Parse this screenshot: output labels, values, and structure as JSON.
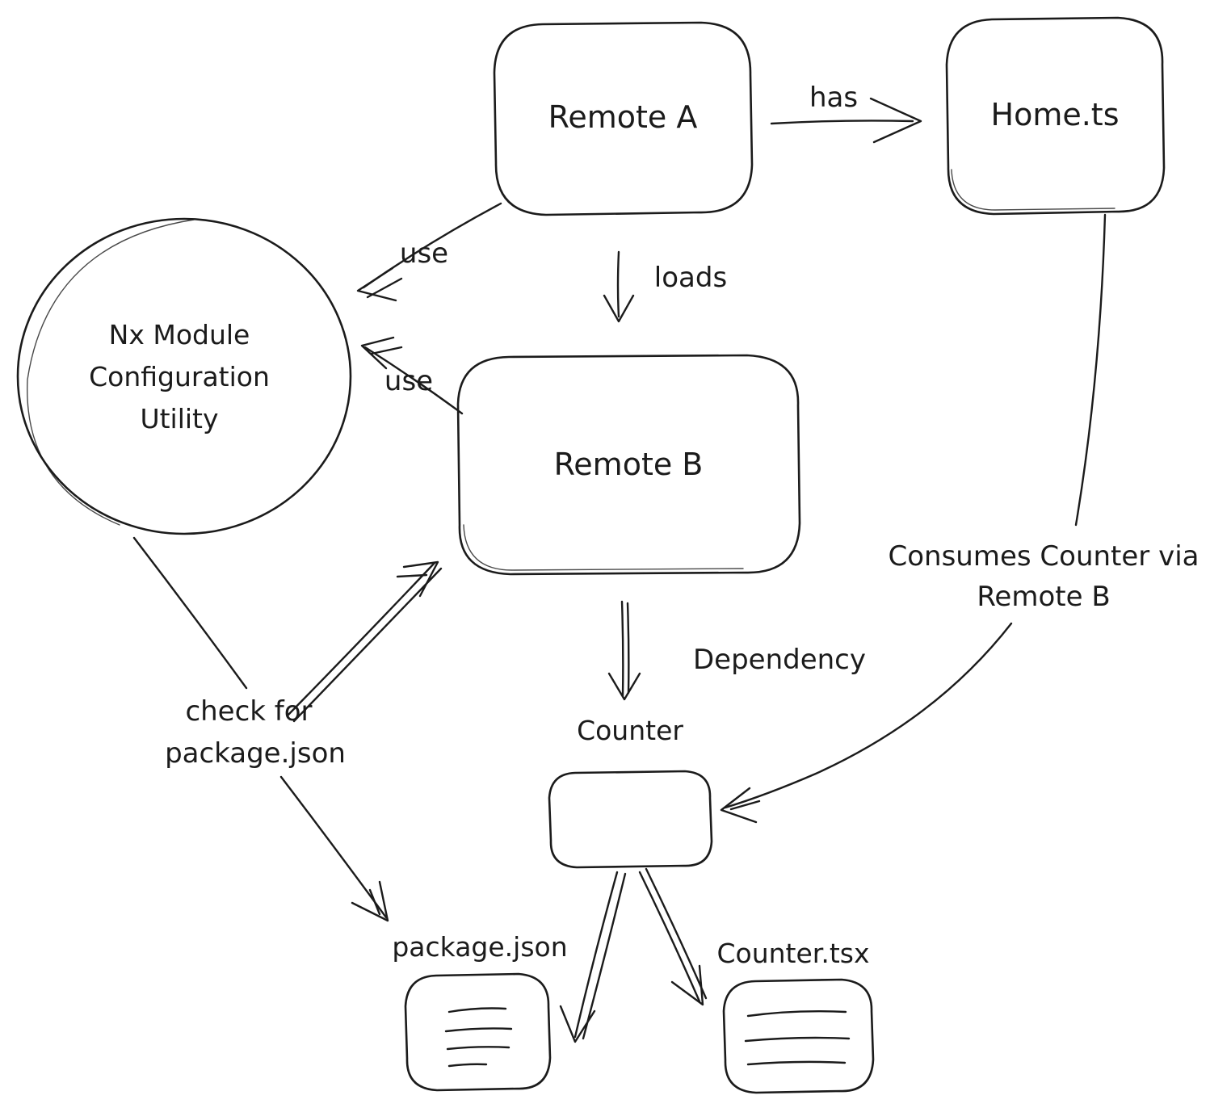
{
  "diagram": {
    "colors": {
      "stroke": "#1b1b1b",
      "background": "#ffffff"
    },
    "nodes": {
      "remote_a": {
        "label": "Remote A"
      },
      "home_ts": {
        "label": "Home.ts"
      },
      "nx_utility": {
        "line1": "Nx Module",
        "line2": "Configuration",
        "line3": "Utility"
      },
      "remote_b": {
        "label": "Remote B"
      },
      "counter": {
        "label": "Counter"
      },
      "package_json": {
        "label": "package.json"
      },
      "counter_tsx": {
        "label": "Counter.tsx"
      }
    },
    "edges": {
      "has": {
        "label": "has"
      },
      "use_a": {
        "label": "use"
      },
      "use_b": {
        "label": "use"
      },
      "loads": {
        "label": "loads"
      },
      "dependency": {
        "label": "Dependency"
      },
      "consumes": {
        "line1": "Consumes Counter via",
        "line2": "Remote B"
      },
      "check": {
        "line1": "check for",
        "line2": "package.json"
      }
    }
  }
}
